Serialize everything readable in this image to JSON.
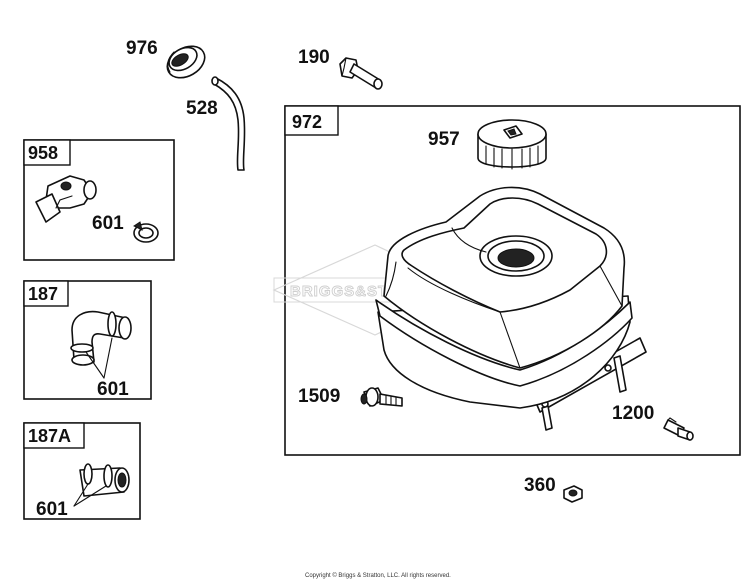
{
  "parts": {
    "p976": "976",
    "p528": "528",
    "p190": "190",
    "p957": "957",
    "p1509": "1509",
    "p1200": "1200",
    "p360": "360"
  },
  "boxes": {
    "b958": {
      "label": "958",
      "sub_part": "601"
    },
    "b187": {
      "label": "187",
      "sub_part": "601"
    },
    "b187a": {
      "label": "187A",
      "sub_part": "601"
    },
    "b972": {
      "label": "972"
    }
  },
  "watermark": "BRIGGS&STRATTON",
  "copyright": "Copyright © Briggs & Stratton, LLC. All rights reserved."
}
